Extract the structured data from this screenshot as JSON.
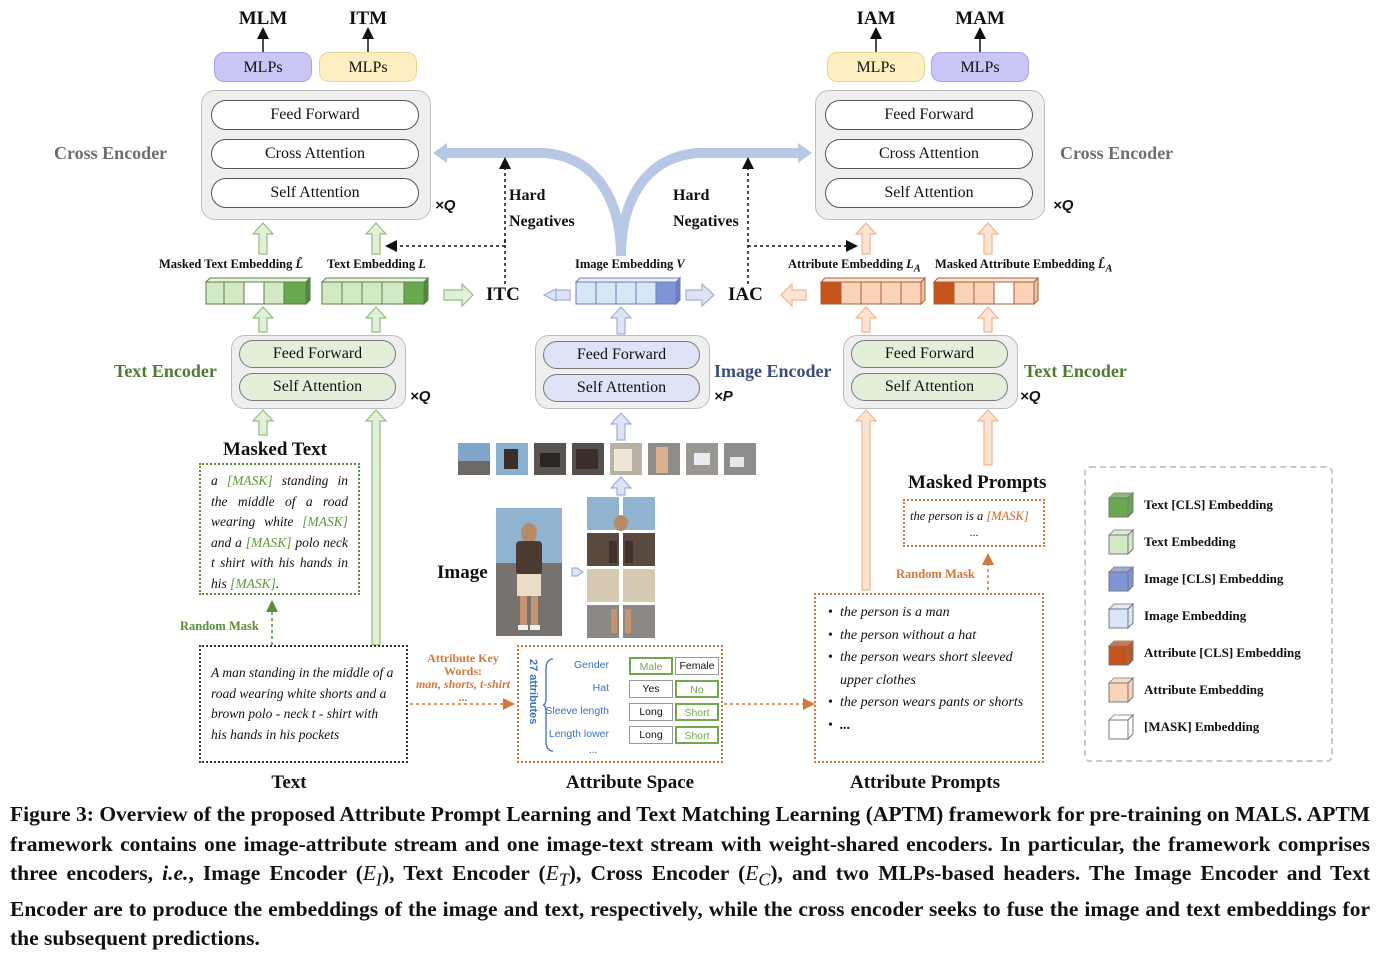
{
  "heads": {
    "mlm": "MLM",
    "itm": "ITM",
    "iam": "IAM",
    "mam": "MAM"
  },
  "mlps": {
    "label": "MLPs"
  },
  "layers": {
    "feed_forward": "Feed Forward",
    "cross_attention": "Cross Attention",
    "self_attention": "Self Attention"
  },
  "encoders": {
    "cross_left": "Cross Encoder",
    "cross_right": "Cross Encoder",
    "text_left": "Text Encoder",
    "text_right": "Text Encoder",
    "image": "Image Encoder"
  },
  "repeats": {
    "q": "×Q",
    "p": "×P"
  },
  "hard_negatives": {
    "line1": "Hard",
    "line2": "Negatives"
  },
  "embeddings": {
    "masked_text": "Masked Text Embedding",
    "masked_text_sym": "L̂",
    "text": "Text Embedding",
    "text_sym": "L",
    "image": "Image  Embedding",
    "image_sym": "V",
    "attribute": "Attribute Embedding",
    "attribute_sym": "L",
    "attribute_sub": "A",
    "masked_attribute": "Masked Attribute Embedding",
    "masked_attribute_sym": "L̂",
    "masked_attribute_sub": "A"
  },
  "losses": {
    "itc": "ITC",
    "iac": "IAC"
  },
  "masked_text": {
    "title": "Masked Text",
    "p1": "a ",
    "m1": "[MASK]",
    "p2": " standing in the middle of a road wearing white ",
    "m2": "[MASK]",
    "p3": " and a ",
    "m3": "[MASK]",
    "p4": " polo neck t shirt with his hands in his ",
    "m4": "[MASK]",
    "p5": "."
  },
  "random_mask": "Random Mask",
  "text_box": {
    "content": "A man standing in the middle of a road wearing white shorts and a brown polo - neck t - shirt with his hands in his pockets"
  },
  "text_label": "Text",
  "image_label": "Image",
  "attribute_key_words": {
    "title": "Attribute Key Words:",
    "words": "man, shorts, t-shirt",
    "ellipsis": "..."
  },
  "attribute_space": {
    "label": "Attribute Space",
    "count": "27 attributes",
    "rows": [
      {
        "name": "Gender",
        "a": "Male",
        "b": "Female",
        "selected": "a"
      },
      {
        "name": "Hat",
        "a": "Yes",
        "b": "No",
        "selected": "b"
      },
      {
        "name": "Sleeve length",
        "a": "Long",
        "b": "Short",
        "selected": "b"
      },
      {
        "name": "Length lower",
        "a": "Long",
        "b": "Short",
        "selected": "b"
      }
    ],
    "ellipsis": "..."
  },
  "masked_prompts": {
    "title": "Masked Prompts",
    "prefix": "the person is a ",
    "mask": "[MASK]",
    "ellipsis": "..."
  },
  "attribute_prompts": {
    "label": "Attribute Prompts",
    "items": [
      "the person is a man",
      "the person without a hat",
      "the person wears short sleeved upper clothes",
      "the person wears pants or shorts",
      "..."
    ]
  },
  "legend": {
    "items": [
      {
        "label": "Text [CLS] Embedding",
        "color": "#6aa84f"
      },
      {
        "label": "Text Embedding",
        "color": "#d3e8c5"
      },
      {
        "label": "Image [CLS] Embedding",
        "color": "#7f95d6"
      },
      {
        "label": "Image Embedding",
        "color": "#d9e6f7"
      },
      {
        "label": "Attribute [CLS] Embedding",
        "color": "#c5541c"
      },
      {
        "label": "Attribute Embedding",
        "color": "#fbd3b8"
      },
      {
        "label": "[MASK] Embedding",
        "color": "#ffffff"
      }
    ]
  },
  "caption": {
    "part1": "Figure 3: Overview of the proposed Attribute Prompt Learning and Text Matching Learning (APTM) framework for pre-training on MALS. APTM framework contains one image-attribute stream and one image-text stream with weight-shared encoders. In particular, the framework comprises three encoders, ",
    "ie": "i.e.",
    "part2": ", Image Encoder (",
    "ei": "E",
    "ei_sub": "I",
    "part3": "), Text Encoder (",
    "et": "E",
    "et_sub": "T",
    "part4": "), Cross Encoder (",
    "ec": "E",
    "ec_sub": "C",
    "part5": "), and two MLPs-based headers. The Image Encoder and Text Encoder are to produce the embeddings of the image and text, respectively, while the cross encoder seeks to fuse the image and text embeddings for the subsequent predictions."
  }
}
